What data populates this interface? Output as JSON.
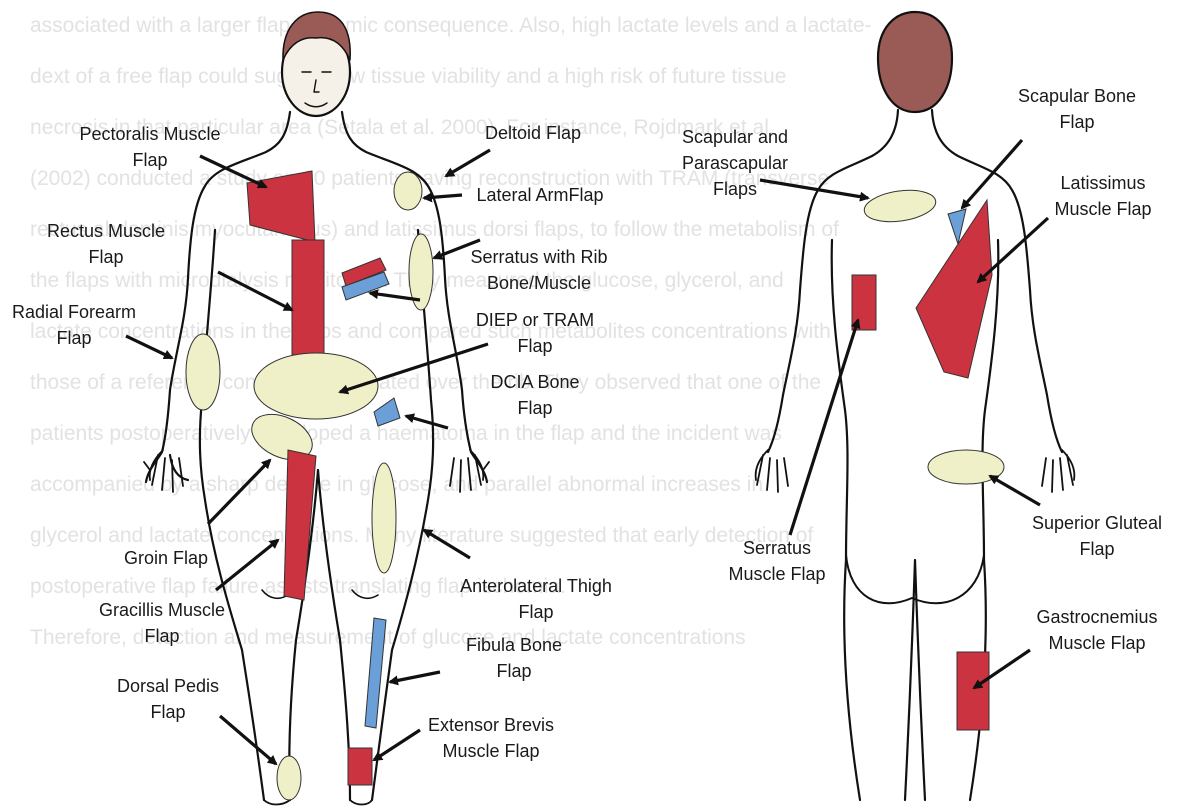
{
  "background_text": [
    "associated with a larger flap ischemic consequence. Also, high lactate levels and a lactate-",
    "dext of a free flap could suggest low tissue viability and a high risk of future tissue",
    "necrosis in that particular area (Setala et al. 2000). For instance, Rojdmark et al.",
    "(2002) conducted a study on 10 patients having reconstruction with TRAM (transverse",
    "rectus abdominis myocutaneous) and latissimus dorsi flaps, to follow the metabolism of",
    "the flaps with microdialysis monitoring. They measured the glucose, glycerol, and",
    "lactate concentrations in the flaps and compared such metabolites concentrations with",
    "those of a reference control tissue located over the rib. They observed that one of the",
    "patients postoperatively developed a haematoma in the flap and the incident was",
    "accompanied by a sharp decline in glucose, and parallel abnormal increases in",
    "glycerol and lactate concentrations. Many literature suggested that early detection of",
    "postoperative flap failure assists translating flap ischemia.",
    "        Therefore, detection and measurement of glucose and lactate concentrations"
  ],
  "labels": {
    "pectoralis": [
      "Pectoralis Muscle",
      "Flap"
    ],
    "deltoid": [
      "Deltoid Flap"
    ],
    "lateral_arm": [
      "Lateral ArmFlap"
    ],
    "rectus": [
      "Rectus Muscle",
      "Flap"
    ],
    "serratus_rib": [
      "Serratus with Rib",
      "Bone/Muscle"
    ],
    "radial": [
      "Radial Forearm",
      "Flap"
    ],
    "diep": [
      "DIEP or TRAM",
      "Flap"
    ],
    "dcia": [
      "DCIA Bone",
      "Flap"
    ],
    "groin": [
      "Groin Flap"
    ],
    "gracilis": [
      "Gracillis Muscle",
      "Flap"
    ],
    "alt": [
      "Anterolateral Thigh",
      "Flap"
    ],
    "fibula": [
      "Fibula Bone",
      "Flap"
    ],
    "dorsal_pedis": [
      "Dorsal Pedis",
      "Flap"
    ],
    "extensor": [
      "Extensor Brevis",
      "Muscle Flap"
    ],
    "scapular_para": [
      "Scapular and",
      "Parascapular",
      "Flaps"
    ],
    "scapular_bone": [
      "Scapular Bone",
      "Flap"
    ],
    "latissimus": [
      "Latissimus",
      "Muscle Flap"
    ],
    "serratus": [
      "Serratus",
      "Muscle Flap"
    ],
    "sup_gluteal": [
      "Superior Gluteal",
      "Flap"
    ],
    "gastrocnemius": [
      "Gastrocnemius",
      "Muscle Flap"
    ]
  },
  "colors": {
    "muscle_flap": "#cc3340",
    "bone_flap": "#6b9fd8",
    "skin_flap": "#f0f0c8",
    "hair": "#9a5a55",
    "face": "#f5f0e8",
    "arrow": "#111111"
  }
}
